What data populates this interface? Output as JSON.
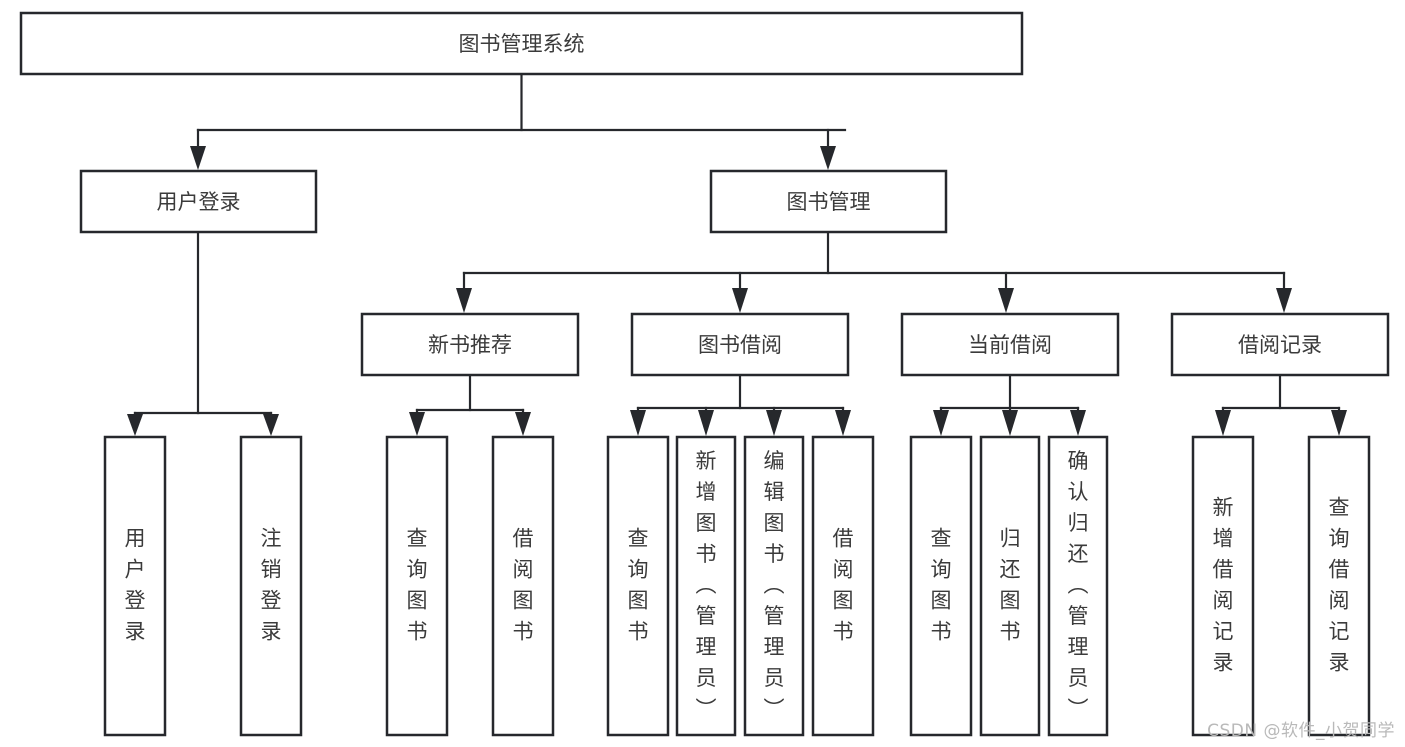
{
  "diagram": {
    "title": "图书管理系统",
    "type": "tree",
    "watermark": "CSDN @软件_小贺同学",
    "colors": {
      "box_stroke": "#26282c",
      "box_fill": "#ffffff",
      "text": "#3b3b3b",
      "connector": "#26282c",
      "background": "#ffffff",
      "watermark": "#b9b9b9"
    },
    "root": {
      "label": "图书管理系统"
    },
    "level2": [
      {
        "label": "用户登录"
      },
      {
        "label": "图书管理"
      }
    ],
    "level3": [
      {
        "label": "新书推荐"
      },
      {
        "label": "图书借阅"
      },
      {
        "label": "当前借阅"
      },
      {
        "label": "借阅记录"
      }
    ],
    "leaves": {
      "user_login": [
        {
          "label": "用户登录",
          "chars": [
            "用",
            "户",
            "登",
            "录"
          ]
        },
        {
          "label": "注销登录",
          "chars": [
            "注",
            "销",
            "登",
            "录"
          ]
        }
      ],
      "new_book_recommend": [
        {
          "label": "查询图书",
          "chars": [
            "查",
            "询",
            "图",
            "书"
          ]
        },
        {
          "label": "借阅图书",
          "chars": [
            "借",
            "阅",
            "图",
            "书"
          ]
        }
      ],
      "book_borrow": [
        {
          "label": "查询图书",
          "chars": [
            "查",
            "询",
            "图",
            "书"
          ]
        },
        {
          "label": "新增图书（管理员）",
          "chars": [
            "新",
            "增",
            "图",
            "书",
            "（",
            "管",
            "理",
            "员",
            "）"
          ]
        },
        {
          "label": "编辑图书（管理员）",
          "chars": [
            "编",
            "辑",
            "图",
            "书",
            "（",
            "管",
            "理",
            "员",
            "）"
          ]
        },
        {
          "label": "借阅图书",
          "chars": [
            "借",
            "阅",
            "图",
            "书"
          ]
        }
      ],
      "current_borrow": [
        {
          "label": "查询图书",
          "chars": [
            "查",
            "询",
            "图",
            "书"
          ]
        },
        {
          "label": "归还图书",
          "chars": [
            "归",
            "还",
            "图",
            "书"
          ]
        },
        {
          "label": "确认归还（管理员）",
          "chars": [
            "确",
            "认",
            "归",
            "还",
            "（",
            "管",
            "理",
            "员",
            "）"
          ]
        }
      ],
      "borrow_record": [
        {
          "label": "新增借阅记录",
          "chars": [
            "新",
            "增",
            "借",
            "阅",
            "记",
            "录"
          ]
        },
        {
          "label": "查询借阅记录",
          "chars": [
            "查",
            "询",
            "借",
            "阅",
            "记",
            "录"
          ]
        }
      ]
    }
  }
}
